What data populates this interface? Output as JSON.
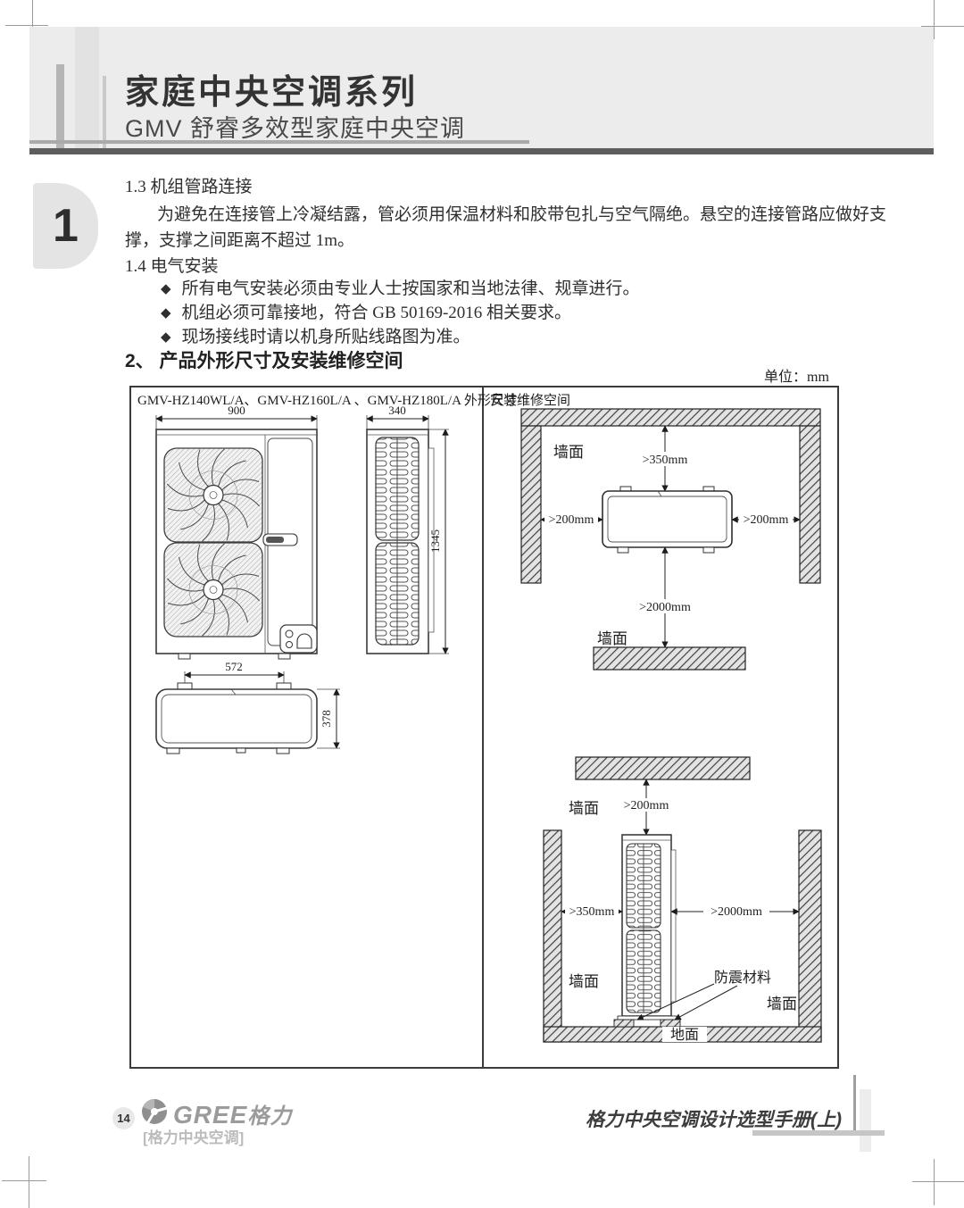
{
  "header": {
    "title": "家庭中央空调系列",
    "subtitle": "GMV 舒睿多效型家庭中央空调"
  },
  "chapter": {
    "number": "1"
  },
  "content": {
    "s13_title": "1.3 机组管路连接",
    "s13_line1": "为避免在连接管上冷凝结露，管必须用保温材料和胶带包扎与空气隔绝。悬空的连接管路应做好支",
    "s13_line2": "撑，支撑之间距离不超过 1m。",
    "s14_title": "1.4 电气安装",
    "bullet_char": "◆",
    "bullets": [
      {
        "text": "所有电气安装必须由专业人士按国家和当地法律、规章进行。"
      },
      {
        "text": "机组必须可靠接地，符合 GB  50169-2016 相关要求。"
      },
      {
        "text": "现场接线时请以机身所贴线路图为准。"
      }
    ],
    "s2_title": "2、 产品外形尺寸及安装维修空间",
    "unit_label": "单位：mm"
  },
  "figure": {
    "left_title": "GMV-HZ140WL/A、GMV-HZ160L/A 、GMV-HZ180L/A 外形尺寸",
    "right_title": "安装维修空间",
    "dims": {
      "front_width": "900",
      "side_depth": "340",
      "height": "1345",
      "top_width": "572",
      "top_depth": "378"
    },
    "clear": {
      "back": ">350mm",
      "left": ">200mm",
      "right": ">200mm",
      "front": ">2000mm",
      "above": ">200mm",
      "side_left": ">350mm",
      "side_front": ">2000mm"
    },
    "labels": {
      "wall": "墙面",
      "ground": "地面",
      "vibration": "防震材料"
    }
  },
  "footer": {
    "page": "14",
    "brand": "GREE",
    "brand_script": "格力",
    "brand_sub": "[格力中央空调]",
    "manual": "格力中央空调设计选型手册(上)"
  }
}
